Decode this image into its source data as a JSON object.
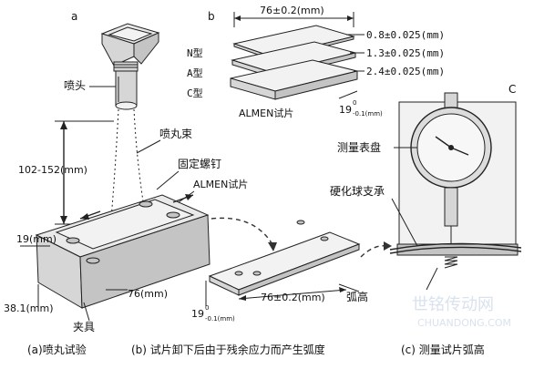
{
  "panels": {
    "a": "a",
    "b": "b",
    "c": "C"
  },
  "a": {
    "nozzle": "喷头",
    "shot_stream": "喷丸束",
    "distance": "102-152(mm)",
    "fixing_screw": "固定螺钉",
    "almen_strip": "ALMEN试片",
    "width": "19(mm)",
    "length": "76(mm)",
    "height": "38.1(mm)",
    "fixture": "夹具"
  },
  "b": {
    "length": "76±0.2(mm)",
    "types": [
      "N型",
      "A型",
      "C型"
    ],
    "thickness": [
      "0.8±0.025(mm)",
      "1.3±0.025(mm)",
      "2.4±0.025(mm)"
    ],
    "strip_label": "ALMEN试片",
    "width_main": "19",
    "width_sup": "0",
    "width_sub": "-0.1(mm)"
  },
  "bent": {
    "width_main": "19",
    "width_sup": "0",
    "width_sub": "-0.1(mm)",
    "length": "76±0.2(mm)",
    "arc_height": "弧高"
  },
  "c": {
    "dial_gauge": "测量表盘",
    "ball_support": "硬化球支承"
  },
  "captions": {
    "a": "(a)喷丸试验",
    "b": "(b) 试片卸下后由于残余应力而产生弧度",
    "c": "(c) 测量试片弧高"
  },
  "watermark": {
    "cn": "世铭传动网",
    "en": "CHUANDONG.COM"
  }
}
